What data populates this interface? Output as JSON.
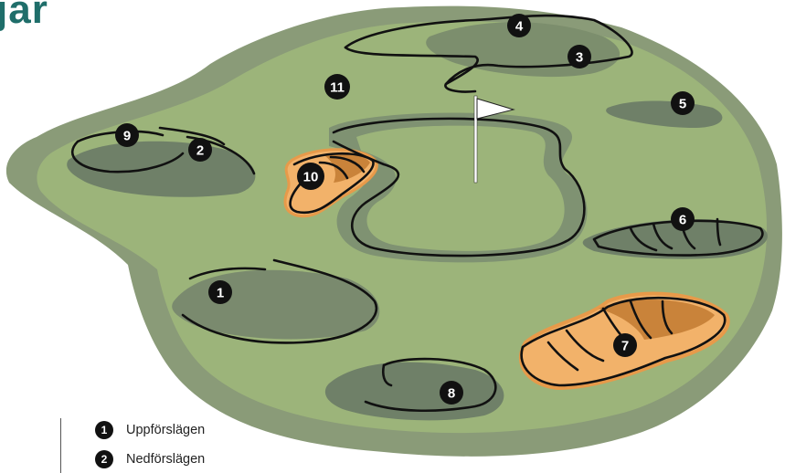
{
  "title": "jar",
  "markers": [
    {
      "id": "m1",
      "label": "1"
    },
    {
      "id": "m2",
      "label": "2"
    },
    {
      "id": "m3",
      "label": "3"
    },
    {
      "id": "m4",
      "label": "4"
    },
    {
      "id": "m5",
      "label": "5"
    },
    {
      "id": "m6",
      "label": "6"
    },
    {
      "id": "m7",
      "label": "7"
    },
    {
      "id": "m8",
      "label": "8"
    },
    {
      "id": "m9",
      "label": "9"
    },
    {
      "id": "m10",
      "label": "10"
    },
    {
      "id": "m11",
      "label": "11"
    }
  ],
  "legend": [
    {
      "num": "1",
      "text": "Uppförslägen"
    },
    {
      "num": "2",
      "text": "Nedförslägen"
    }
  ],
  "colors": {
    "rough": "#8a9b78",
    "fairway": "#9cb47a",
    "slope_shadow": "#6f8068",
    "sand": "#f2b26a",
    "sand_dark": "#c9833a",
    "title": "#1f6e6a"
  }
}
